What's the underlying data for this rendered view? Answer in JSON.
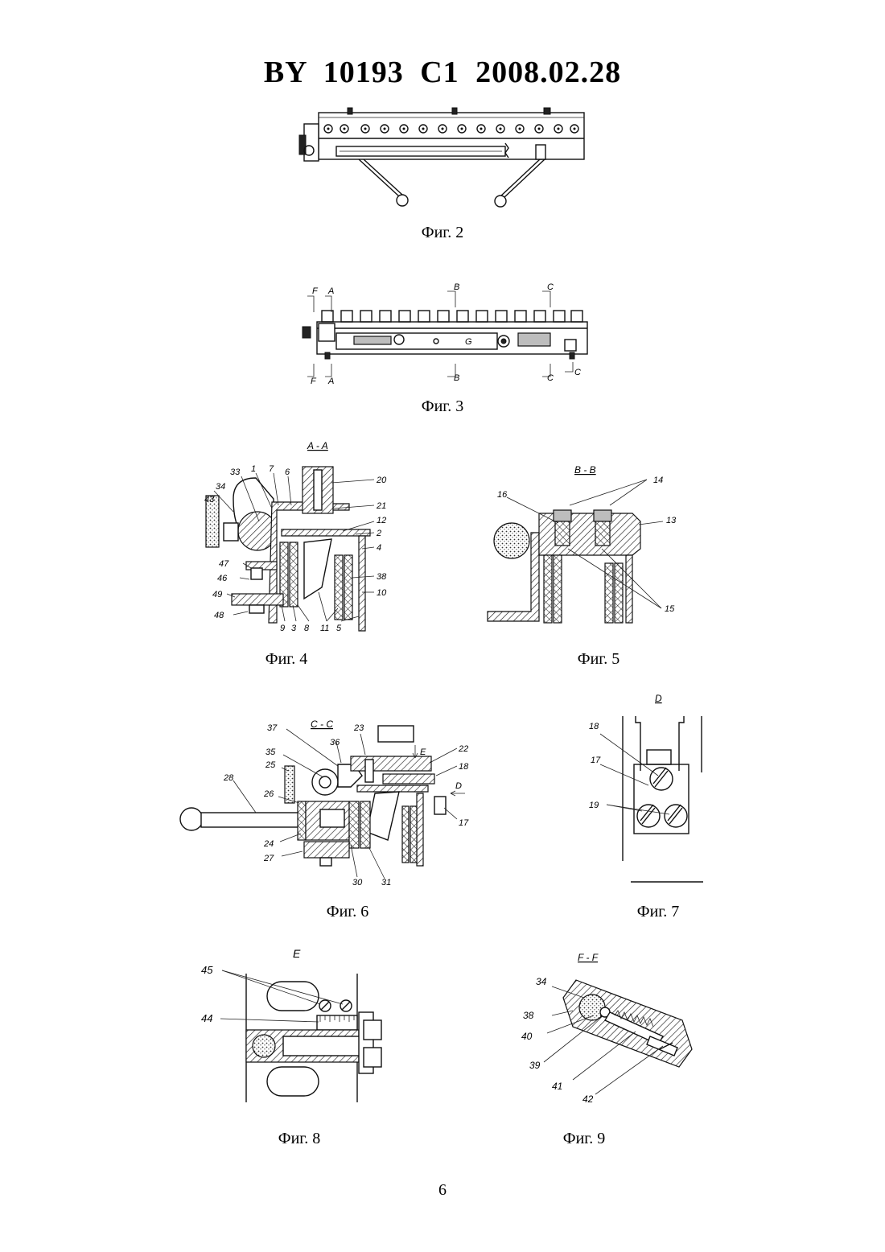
{
  "header": "BY  10193  C1  2008.02.28",
  "page_number": "6",
  "figures": {
    "fig2": {
      "caption": "Фиг. 2"
    },
    "fig3": {
      "caption": "Фиг. 3",
      "labels": {
        "f": "F",
        "a": "A",
        "b": "B",
        "c": "C",
        "g": "G"
      }
    },
    "fig4": {
      "caption": "Фиг. 4",
      "section": "A - A",
      "labels": [
        "33",
        "1",
        "7",
        "6",
        "20",
        "34",
        "43",
        "21",
        "12",
        "2",
        "4",
        "38",
        "47",
        "46",
        "49",
        "48",
        "10",
        "9",
        "3",
        "8",
        "11",
        "5"
      ]
    },
    "fig5": {
      "caption": "Фиг. 5",
      "section": "B - B",
      "labels": [
        "14",
        "16",
        "13",
        "15"
      ]
    },
    "fig6": {
      "caption": "Фиг. 6",
      "section": "C - C",
      "labels": [
        "37",
        "23",
        "36",
        "35",
        "25",
        "28",
        "26",
        "24",
        "27",
        "30",
        "31",
        "22",
        "18",
        "17"
      ],
      "view_e": "E",
      "view_d": "D"
    },
    "fig7": {
      "caption": "Фиг. 7",
      "section": "D",
      "labels": [
        "18",
        "17",
        "19"
      ]
    },
    "fig8": {
      "caption": "Фиг. 8",
      "section": "E",
      "labels": [
        "45",
        "44"
      ]
    },
    "fig9": {
      "caption": "Фиг. 9",
      "section": "F - F",
      "labels": [
        "34",
        "38",
        "40",
        "39",
        "41",
        "42"
      ]
    }
  }
}
